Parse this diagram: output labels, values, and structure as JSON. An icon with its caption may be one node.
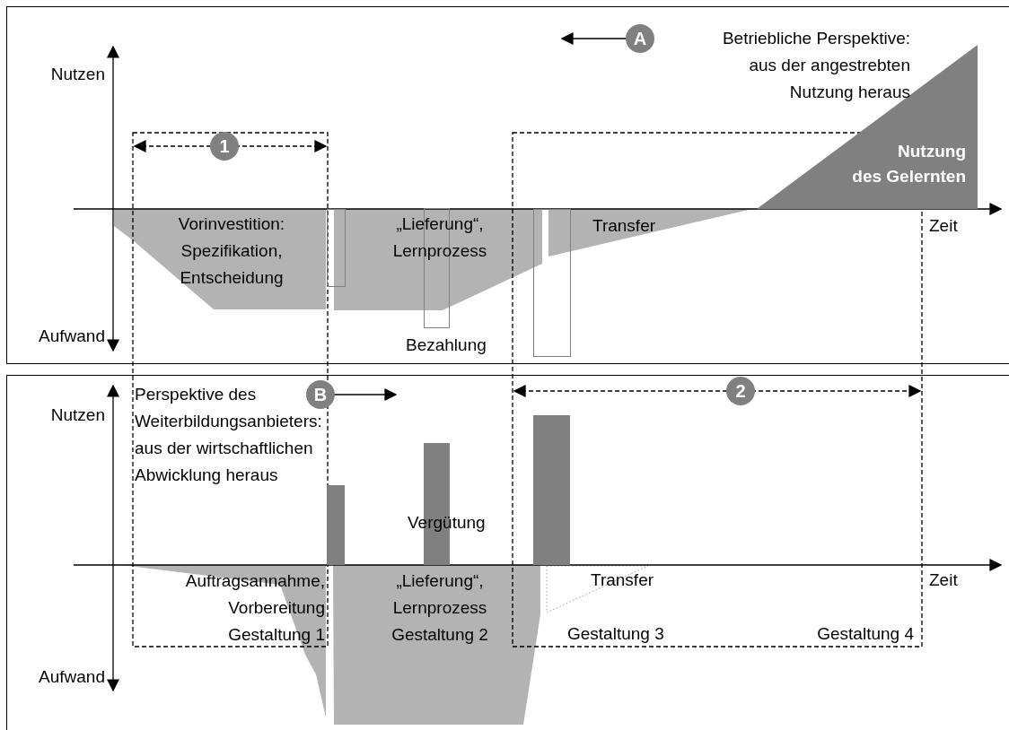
{
  "diagram": {
    "nodes": [
      {
        "text": [
          "1"
        ]
      },
      {
        "text": [
          "2"
        ]
      },
      {
        "text": [
          "A"
        ]
      },
      {
        "text": [
          "B"
        ]
      },
      {
        "text": [
          "Nutzung des Gelernten"
        ]
      },
      {
        "text": [],
        "shape": "box"
      },
      {
        "text": [],
        "shape": "box"
      },
      {
        "text": [],
        "shape": "box"
      },
      {
        "text": [],
        "shape": "bar"
      },
      {
        "text": [],
        "shape": "bar"
      },
      {
        "text": [],
        "shape": "bar"
      }
    ],
    "edges": [
      {
        "from": 2,
        "to": null,
        "arrow": "to"
      },
      {
        "from": 3,
        "to": null,
        "arrow": "to"
      }
    ],
    "labels": [
      "Betriebliche Perspektive: aus der angestrebten Nutzung heraus",
      "Nutzen",
      "Vorinvestition: Spezifikation, Entscheidung",
      "„Lieferung“, Lernprozess",
      "Transfer",
      "Zeit",
      "Bezahlung",
      "Aufwand",
      "Perspektive des Weiterbildungsanbieters: aus der wirtschaftlichen Abwicklung heraus",
      "Nutzen",
      "Vergütung",
      "Auftragsannahme, Vorbereitung",
      "„Lieferung“, Lernprozess",
      "Transfer",
      "Zeit",
      "Gestaltung 1",
      "Gestaltung 2",
      "Gestaltung 3",
      "Gestaltung 4",
      "Aufwand"
    ]
  }
}
